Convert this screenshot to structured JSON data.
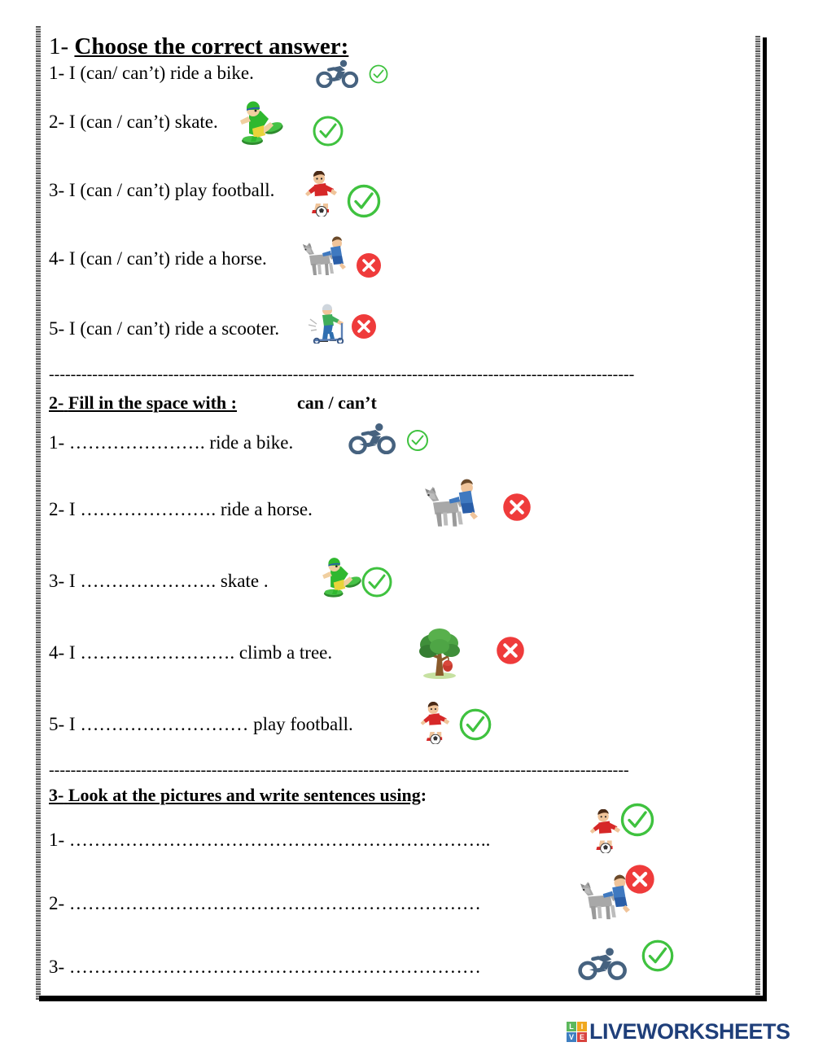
{
  "page": {
    "title": "Can / Can't worksheet"
  },
  "sections": [
    {
      "id": "section-1",
      "number": "1-",
      "heading": "Choose the correct answer:",
      "items": [
        {
          "number": "1-",
          "text": "I (can/ can’t) ride a bike.",
          "picture": "bicycle",
          "mark": "check"
        },
        {
          "number": "2-",
          "text": "I (can / can’t) skate.",
          "picture": "skater",
          "mark": "check"
        },
        {
          "number": "3-",
          "text": "I (can / can’t) play football.",
          "picture": "footballer",
          "mark": "check"
        },
        {
          "number": "4-",
          "text": "I (can / can’t) ride a horse.",
          "picture": "horse-rider",
          "mark": "cross"
        },
        {
          "number": "5-",
          "text": "I (can / can’t) ride a scooter.",
          "picture": "scooter-rider",
          "mark": "cross"
        }
      ]
    },
    {
      "id": "section-2",
      "number": "2-",
      "heading": "Fill in the space with :",
      "options": "can  /  can’t",
      "items": [
        {
          "number": "1-",
          "text": "…………………. ride a bike.",
          "picture": "bicycle",
          "mark": "check"
        },
        {
          "number": "2-",
          "text": "I ………………….   ride a horse.",
          "picture": "horse-rider",
          "mark": "cross"
        },
        {
          "number": "3-",
          "text": "I ………………….  skate .",
          "picture": "skater",
          "mark": "check"
        },
        {
          "number": "4-",
          "text": "I ……………………. climb a tree.",
          "picture": "tree",
          "mark": "cross"
        },
        {
          "number": "5-",
          "text": "I ………………………  play football.",
          "picture": "footballer",
          "mark": "check"
        }
      ]
    },
    {
      "id": "section-3",
      "number": "3-",
      "heading": "Look at the pictures and write sentences using",
      "heading_suffix": ":",
      "items": [
        {
          "number": "1-",
          "text": "…………………………………………………………..",
          "picture": "footballer",
          "mark": "check"
        },
        {
          "number": "2-",
          "text": "…………………………………………………………",
          "picture": "horse-rider",
          "mark": "cross"
        },
        {
          "number": "3-",
          "text": "…………………………………………………………",
          "picture": "bicycle",
          "mark": "check"
        }
      ]
    }
  ],
  "separators": {
    "line_1": "------------------------------------------------------------------------------------------------------------",
    "line_2": "-----------------------------------------------------------------------------------------------------------"
  },
  "footer": {
    "logo_text": "LIVEWORKSHEETS",
    "badge": [
      {
        "letter": "L",
        "color": "#5cb85c"
      },
      {
        "letter": "I",
        "color": "#f0a81e"
      },
      {
        "letter": "V",
        "color": "#3f7fc1"
      },
      {
        "letter": "E",
        "color": "#d9443f"
      }
    ]
  },
  "colors": {
    "check_green": "#3fc23f",
    "cross_red": "#ef3b3b",
    "bicycle_blue": "#46627f",
    "logo_navy": "#1f3f7a"
  }
}
